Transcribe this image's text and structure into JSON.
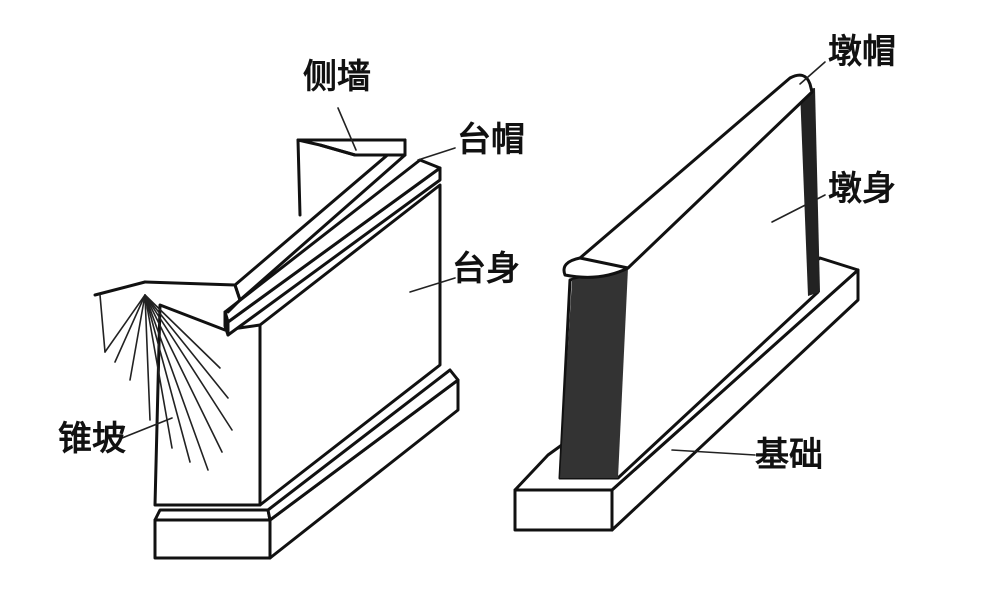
{
  "colors": {
    "ink": "#111111",
    "background": "#ffffff"
  },
  "abutment": {
    "wing_wall": "侧墙",
    "cap": "台帽",
    "body": "台身",
    "cone_slope": "锥坡"
  },
  "pier": {
    "cap": "墩帽",
    "body": "墩身",
    "foundation": "基础"
  }
}
